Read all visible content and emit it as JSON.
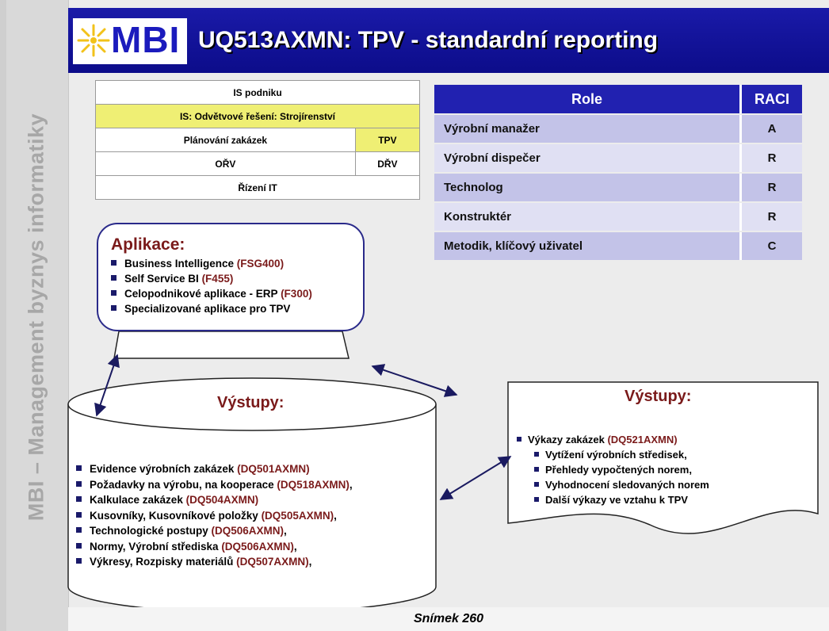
{
  "sidebar": {
    "vertical_text": "MBI – Management byznys informatiky"
  },
  "header": {
    "logo_text": "MBI",
    "title": "UQ513AXMN: TPV - standardní reporting"
  },
  "is_table": {
    "row1": "IS podniku",
    "row2": "IS: Odvětvové řešení: Strojírenství",
    "row3_left": "Plánování zakázek",
    "row3_right": "TPV",
    "row4_left": "OŘV",
    "row4_right": "DŘV",
    "row5": "Řízení IT"
  },
  "raci": {
    "headers": [
      "Role",
      "RACI"
    ],
    "rows": [
      {
        "role": "Výrobní manažer",
        "raci": "A"
      },
      {
        "role": "Výrobní dispečer",
        "raci": "R"
      },
      {
        "role": "Technolog",
        "raci": "R"
      },
      {
        "role": "Konstruktér",
        "raci": "R"
      },
      {
        "role": "Metodik, klíčový uživatel",
        "raci": "C"
      }
    ]
  },
  "aplikace": {
    "title": "Aplikace:",
    "items": [
      {
        "text": "Business Intelligence ",
        "code": "(FSG400)"
      },
      {
        "text": "Self Service BI ",
        "code": "(F455)"
      },
      {
        "text": "Celopodnikové aplikace - ERP ",
        "code": "(F300)"
      },
      {
        "text": "Specializované aplikace pro TPV",
        "code": ""
      }
    ]
  },
  "vystupy_left": {
    "title": "Výstupy:",
    "items": [
      {
        "text": "Evidence výrobních zakázek ",
        "code": "(DQ501AXMN)",
        "tail": ""
      },
      {
        "text": "Požadavky na výrobu, na kooperace ",
        "code": "(DQ518AXMN)",
        "tail": ","
      },
      {
        "text": "Kalkulace zakázek ",
        "code": "(DQ504AXMN)",
        "tail": ""
      },
      {
        "text": "Kusovníky, Kusovníkové položky ",
        "code": "(DQ505AXMN)",
        "tail": ","
      },
      {
        "text": "Technologické postupy  ",
        "code": "(DQ506AXMN)",
        "tail": ","
      },
      {
        "text": "Normy, Výrobní střediska ",
        "code": "(DQ506AXMN)",
        "tail": ","
      },
      {
        "text": "Výkresy, Rozpisky materiálů  ",
        "code": "(DQ507AXMN)",
        "tail": ","
      }
    ]
  },
  "vystupy_right": {
    "title": "Výstupy:",
    "main": {
      "text": "Výkazy  zakázek ",
      "code": "(DQ521AXMN)"
    },
    "items": [
      "Vytížení výrobních středisek,",
      "Přehledy vypočtených norem,",
      "Vyhodnocení sledovaných norem",
      "Další výkazy ve vztahu k TPV"
    ]
  },
  "footer": {
    "text": "Snímek  260"
  }
}
